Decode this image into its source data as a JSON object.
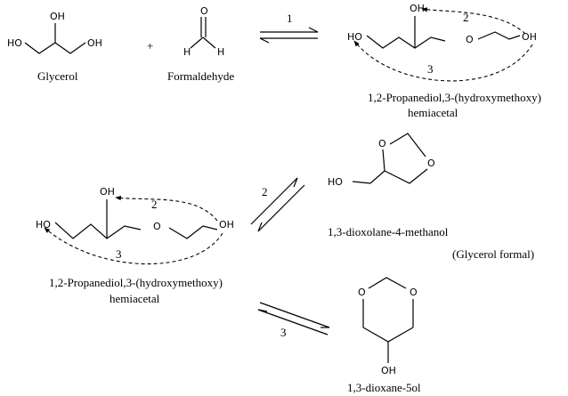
{
  "atoms": {
    "oh": "OH",
    "ho": "HO",
    "o": "O",
    "h": "H"
  },
  "operators": {
    "plus": "+"
  },
  "labels": {
    "glycerol": "Glycerol",
    "formaldehyde": "Formaldehyde",
    "hemiacetal_name_line1": "1,2-Propanediol,3-(hydroxymethoxy)",
    "hemiacetal_name_line2": "hemiacetal",
    "dioxolane_name": "1,3-dioxolane-4-methanol",
    "glycerol_formal": "(Glycerol formal)",
    "dioxane_name": "1,3-dioxane-5ol"
  },
  "reaction_numbers": {
    "r1": "1",
    "r2": "2",
    "r3": "3"
  }
}
